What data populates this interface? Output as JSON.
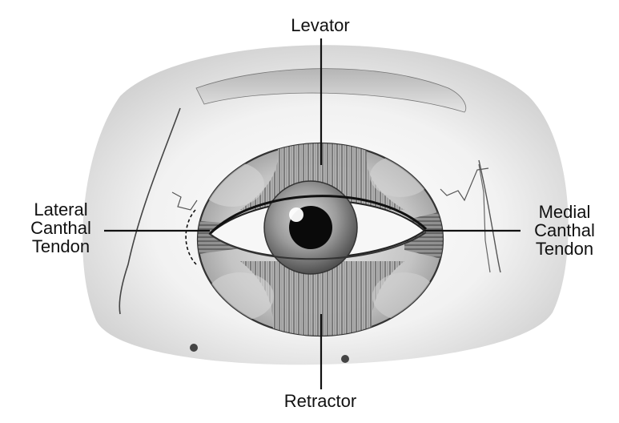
{
  "labels": {
    "top": "Levator",
    "bottom": "Retractor",
    "left": [
      "Lateral",
      "Canthal",
      "Tendon"
    ],
    "right": [
      "Medial",
      "Canthal",
      "Tendon"
    ]
  },
  "colors": {
    "ink": "#111111",
    "skin_shadow": "#cfcfcf",
    "muscle": "#a9a9a9",
    "iris": "#8a8a8a",
    "pupil": "#0a0a0a"
  }
}
